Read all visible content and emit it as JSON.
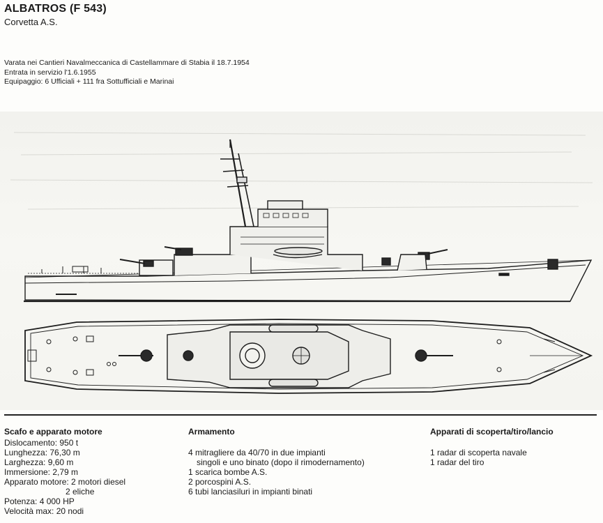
{
  "header": {
    "title": "ALBATROS (F 543)",
    "subtitle": "Corvetta A.S."
  },
  "info": {
    "lines": [
      "Varata nei Cantieri Navalmeccanica di Castellammare di Stabia il 18.7.1954",
      "Entrata in servizio l'1.6.1955",
      "Equipaggio: 6 Ufficiali + 111 fra Sottufficiali e Marinai"
    ]
  },
  "drawing": {
    "description_icon": "ship-profile-and-plan-drawing"
  },
  "scafo": {
    "heading": "Scafo e apparato motore",
    "dislocamento": "Dislocamento: 950 t",
    "lunghezza": "Lunghezza: 76,30 m",
    "larghezza": "Larghezza: 9,60 m",
    "immersione": "Immersione: 2,79 m",
    "apparato": "Apparato motore: 2 motori diesel",
    "eliche": "2 eliche",
    "potenza": "Potenza: 4 000 HP",
    "velocita": "Velocità max: 20 nodi"
  },
  "armamento": {
    "heading": "Armamento",
    "line1": "4 mitragliere da 40/70 in due impianti",
    "line2": "singoli e uno binato (dopo il rimodernamento)",
    "line3": "1 scarica bombe A.S.",
    "line4": "2 porcospini A.S.",
    "line5": "6 tubi lanciasiluri in impianti binati"
  },
  "apparati": {
    "heading": "Apparati di scoperta/tiro/lancio",
    "line1": "1 radar di scoperta navale",
    "line2": "1 radar del tiro"
  }
}
